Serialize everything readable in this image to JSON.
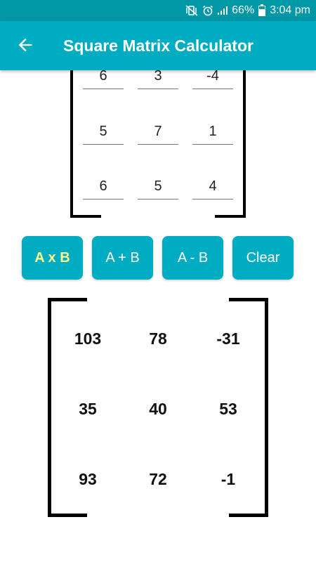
{
  "status_bar": {
    "battery": "66%",
    "time": "3:04 pm",
    "icons": [
      "mute-vibrate-icon",
      "alarm-icon",
      "signal-icon",
      "battery-icon"
    ]
  },
  "app_bar": {
    "title": "Square Matrix Calculator",
    "back_icon": "arrow-back-icon"
  },
  "matrix_input": {
    "rows": [
      [
        "6",
        "3",
        "-4"
      ],
      [
        "5",
        "7",
        "1"
      ],
      [
        "6",
        "5",
        "4"
      ]
    ]
  },
  "buttons": {
    "multiply": "A x B",
    "add": "A + B",
    "subtract": "A - B",
    "clear": "Clear",
    "active": "multiply"
  },
  "matrix_result": {
    "rows": [
      [
        "103",
        "78",
        "-31"
      ],
      [
        "35",
        "40",
        "53"
      ],
      [
        "93",
        "72",
        "-1"
      ]
    ]
  },
  "colors": {
    "status_bar": "#0097a7",
    "app_bar": "#00acc1",
    "button": "#00acc1",
    "active_text": "#ffff8d"
  }
}
